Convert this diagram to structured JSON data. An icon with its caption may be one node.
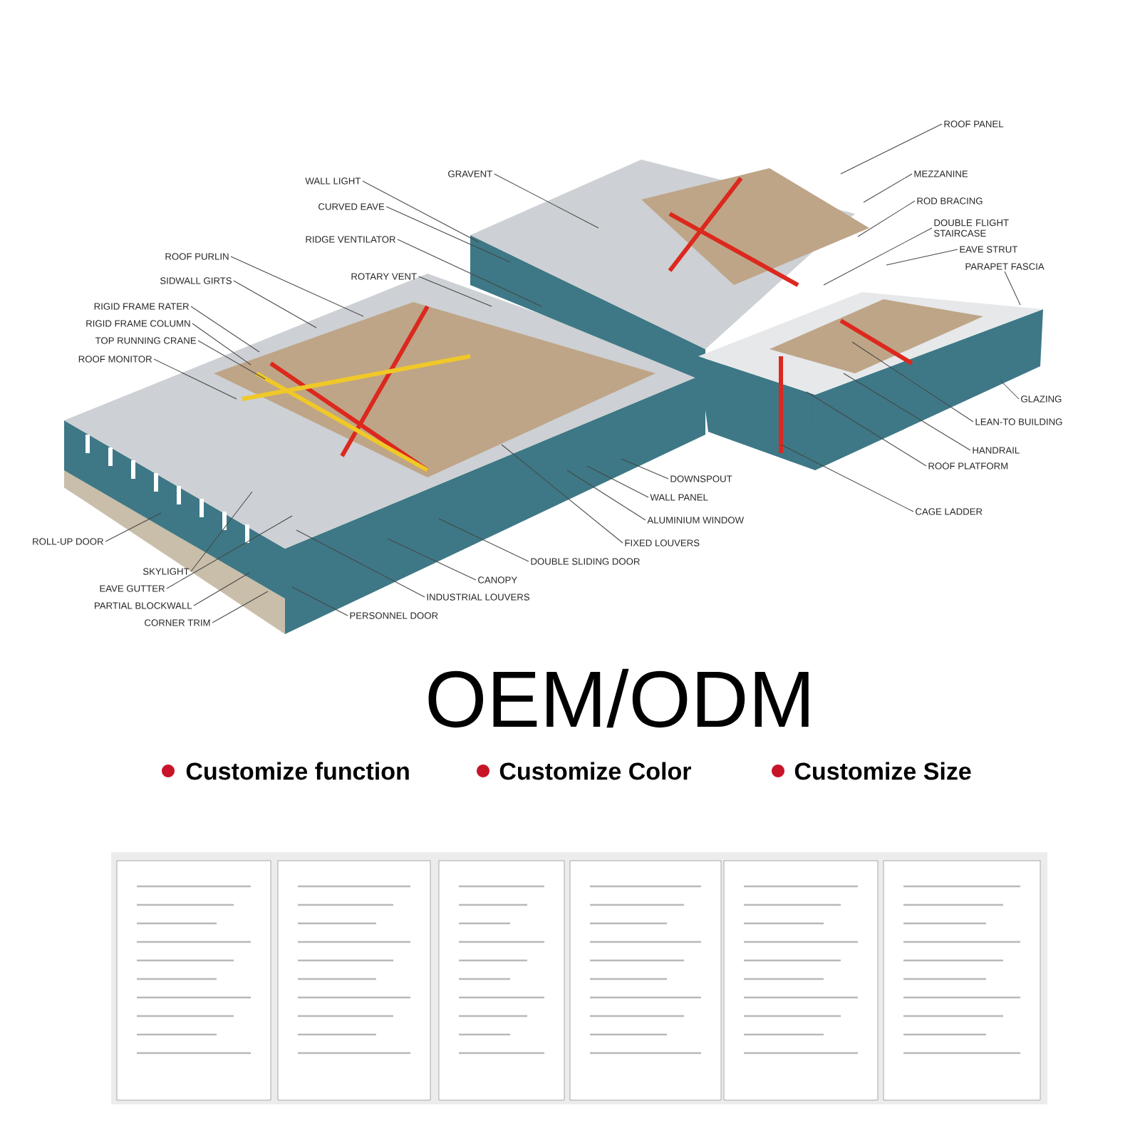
{
  "diagram": {
    "nodes": [
      {
        "text": [
          "ROOF PURLIN"
        ]
      },
      {
        "text": [
          "SIDWALL GIRTS"
        ]
      },
      {
        "text": [
          "RIGID FRAME RATER"
        ]
      },
      {
        "text": [
          "RIGID FRAME COLUMN"
        ]
      },
      {
        "text": [
          "TOP RUNNING CRANE"
        ]
      },
      {
        "text": [
          "ROOF MONITOR"
        ]
      },
      {
        "text": [
          "ROLL-UP DOOR"
        ]
      },
      {
        "text": [
          "SKYLIGHT"
        ]
      },
      {
        "text": [
          "EAVE GUTTER"
        ]
      },
      {
        "text": [
          "PARTIAL BLOCKWALL"
        ]
      },
      {
        "text": [
          "CORNER TRIM"
        ]
      },
      {
        "text": [
          "PERSONNEL DOOR"
        ]
      },
      {
        "text": [
          "INDUSTRIAL LOUVERS"
        ]
      },
      {
        "text": [
          "CANOPY"
        ]
      },
      {
        "text": [
          "DOUBLE SLIDING DOOR"
        ]
      },
      {
        "text": [
          "FIXED LOUVERS"
        ]
      },
      {
        "text": [
          "ALUMINIUM WINDOW"
        ]
      },
      {
        "text": [
          "WALL PANEL"
        ]
      },
      {
        "text": [
          "DOWNSPOUT"
        ]
      },
      {
        "text": [
          "CAGE LADDER"
        ]
      },
      {
        "text": [
          "ROOF PLATFORM"
        ]
      },
      {
        "text": [
          "HANDRAIL"
        ]
      },
      {
        "text": [
          "LEAN-TO BUILDING"
        ]
      },
      {
        "text": [
          "GLAZING"
        ]
      },
      {
        "text": [
          "PARAPET FASCIA"
        ]
      },
      {
        "text": [
          "EAVE STRUT"
        ]
      },
      {
        "text": [
          "DOUBLE FLIGHT STAIRCASE"
        ]
      },
      {
        "text": [
          "ROD BRACING"
        ]
      },
      {
        "text": [
          "MEZZANINE"
        ]
      },
      {
        "text": [
          "ROOF PANEL"
        ]
      },
      {
        "text": [
          "GRAVENT"
        ]
      },
      {
        "text": [
          "WALL LIGHT"
        ]
      },
      {
        "text": [
          "CURVED EAVE"
        ]
      },
      {
        "text": [
          "RIDGE VENTILATOR"
        ]
      },
      {
        "text": [
          "ROTARY VENT"
        ]
      }
    ],
    "edges": [
      {
        "from": 0,
        "to": null,
        "arrow": "none"
      },
      {
        "from": 1,
        "to": null,
        "arrow": "none"
      },
      {
        "from": 2,
        "to": null,
        "arrow": "none"
      },
      {
        "from": 3,
        "to": null,
        "arrow": "none"
      },
      {
        "from": 4,
        "to": null,
        "arrow": "none"
      },
      {
        "from": 5,
        "to": null,
        "arrow": "none"
      },
      {
        "from": 6,
        "to": null,
        "arrow": "none"
      },
      {
        "from": 7,
        "to": null,
        "arrow": "none"
      },
      {
        "from": 8,
        "to": null,
        "arrow": "none"
      },
      {
        "from": 9,
        "to": null,
        "arrow": "none"
      },
      {
        "from": 10,
        "to": null,
        "arrow": "none"
      },
      {
        "from": 11,
        "to": null,
        "arrow": "none"
      },
      {
        "from": 12,
        "to": null,
        "arrow": "none"
      },
      {
        "from": 13,
        "to": null,
        "arrow": "none"
      },
      {
        "from": 14,
        "to": null,
        "arrow": "none"
      },
      {
        "from": 15,
        "to": null,
        "arrow": "none"
      },
      {
        "from": 16,
        "to": null,
        "arrow": "none"
      },
      {
        "from": 17,
        "to": null,
        "arrow": "none"
      },
      {
        "from": 18,
        "to": null,
        "arrow": "none"
      },
      {
        "from": 19,
        "to": null,
        "arrow": "none"
      },
      {
        "from": 20,
        "to": null,
        "arrow": "none"
      },
      {
        "from": 21,
        "to": null,
        "arrow": "none"
      },
      {
        "from": 22,
        "to": null,
        "arrow": "none"
      },
      {
        "from": 23,
        "to": null,
        "arrow": "none"
      },
      {
        "from": 24,
        "to": null,
        "arrow": "none"
      },
      {
        "from": 25,
        "to": null,
        "arrow": "none"
      },
      {
        "from": 26,
        "to": null,
        "arrow": "none"
      },
      {
        "from": 27,
        "to": null,
        "arrow": "none"
      },
      {
        "from": 28,
        "to": null,
        "arrow": "none"
      },
      {
        "from": 29,
        "to": null,
        "arrow": "none"
      },
      {
        "from": 30,
        "to": null,
        "arrow": "none"
      },
      {
        "from": 31,
        "to": null,
        "arrow": "none"
      },
      {
        "from": 32,
        "to": null,
        "arrow": "none"
      },
      {
        "from": 33,
        "to": null,
        "arrow": "none"
      },
      {
        "from": 34,
        "to": null,
        "arrow": "none"
      }
    ],
    "labels": [
      "OEM/ODM",
      "Customize function",
      "Customize Color",
      "Customize Size"
    ]
  }
}
